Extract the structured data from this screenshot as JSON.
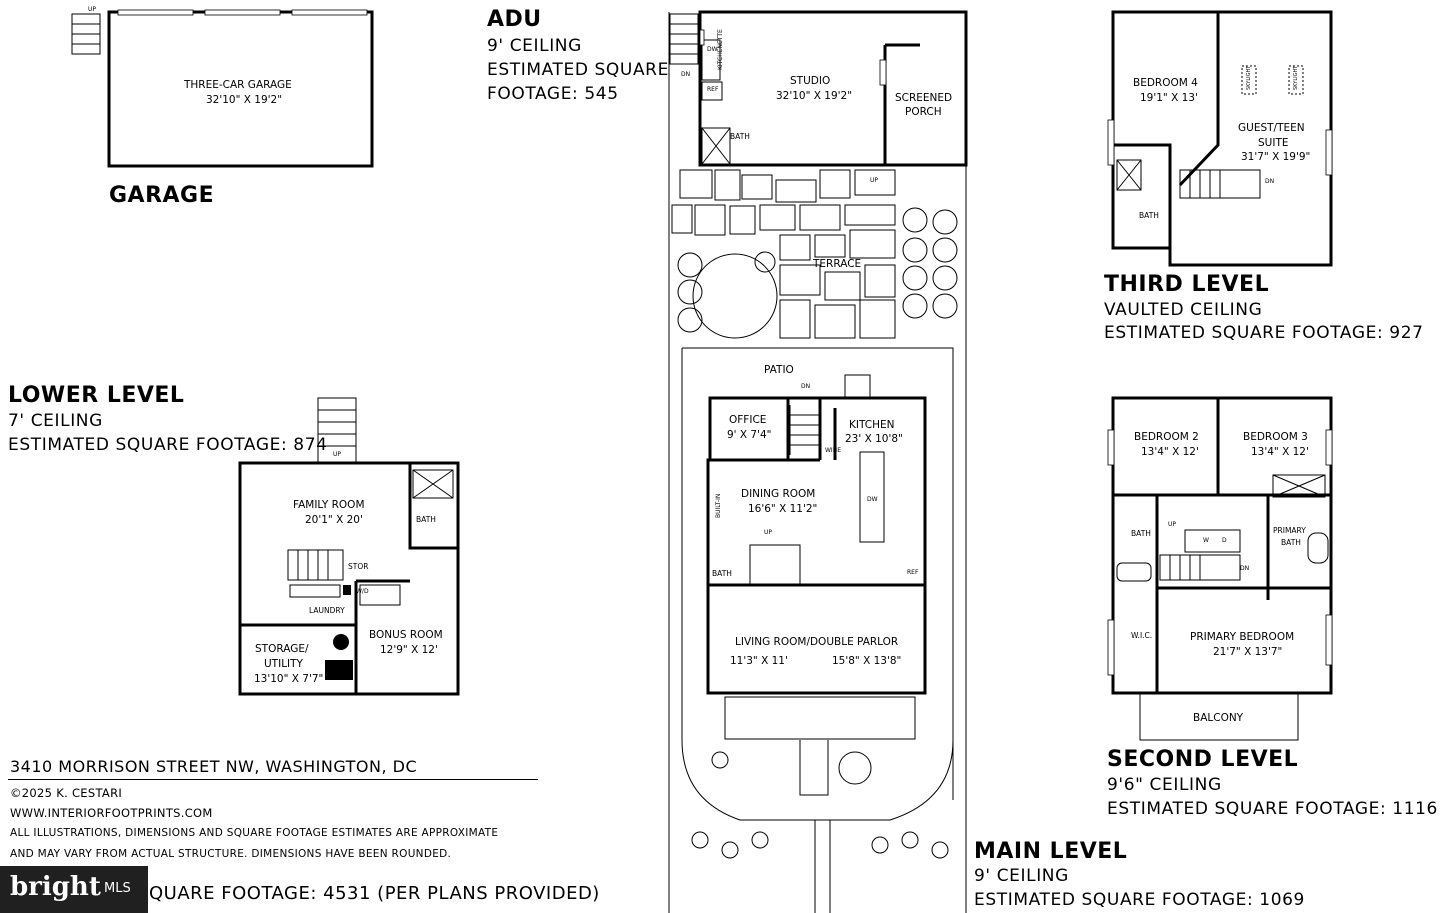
{
  "garage": {
    "heading": "GARAGE",
    "room": "THREE-CAR GARAGE",
    "dims": "32'10\" X 19'2\"",
    "stair": "UP"
  },
  "adu": {
    "heading": "ADU",
    "ceiling": "9' CEILING",
    "sqft_line1": "ESTIMATED SQUARE",
    "sqft_line2": "FOOTAGE: 545",
    "studio": "STUDIO",
    "studio_dims": "32'10\" X 19'2\"",
    "screened1": "SCREENED",
    "screened2": "PORCH",
    "kitchenette": "KITCHENETTE",
    "bath": "BATH",
    "ref": "REF",
    "dw": "DW",
    "dn": "DN",
    "up": "UP"
  },
  "yard": {
    "terrace": "TERRACE",
    "patio": "PATIO"
  },
  "main": {
    "heading": "MAIN LEVEL",
    "ceiling": "9' CEILING",
    "sqft": "ESTIMATED SQUARE FOOTAGE: 1069",
    "office": "OFFICE",
    "office_dims": "9' X 7'4\"",
    "kitchen": "KITCHEN",
    "kitchen_dims": "23' X 10'8\"",
    "dining": "DINING ROOM",
    "dining_dims": "16'6\" X 11'2\"",
    "living": "LIVING ROOM/DOUBLE PARLOR",
    "living_dims1": "11'3\" X 11'",
    "living_dims2": "15'8\" X 13'8\"",
    "bath": "BATH",
    "ref": "REF",
    "wine": "WINE",
    "builtin": "BUILT-IN",
    "dw": "DW",
    "dn": "DN",
    "up": "UP"
  },
  "lower": {
    "heading": "LOWER LEVEL",
    "ceiling": "7' CEILING",
    "sqft": "ESTIMATED SQUARE FOOTAGE: 874",
    "family": "FAMILY ROOM",
    "family_dims": "20'1\" X 20'",
    "bath": "BATH",
    "stor": "STOR",
    "laundry": "LAUNDRY",
    "wd": "W/D",
    "storage1": "STORAGE/",
    "storage2": "UTILITY",
    "storage_dims": "13'10\" X 7'7\"",
    "bonus": "BONUS ROOM",
    "bonus_dims": "12'9\" X 12'",
    "up": "UP"
  },
  "third": {
    "heading": "THIRD LEVEL",
    "ceiling": "VAULTED CEILING",
    "sqft": "ESTIMATED SQUARE FOOTAGE: 927",
    "bed4": "BEDROOM 4",
    "bed4_dims": "19'1\" X 13'",
    "suite1": "GUEST/TEEN",
    "suite2": "SUITE",
    "suite_dims": "31'7\" X 19'9\"",
    "bath": "BATH",
    "skylight": "SKYLIGHT",
    "dn": "DN"
  },
  "second": {
    "heading": "SECOND LEVEL",
    "ceiling": "9'6\" CEILING",
    "sqft": "ESTIMATED SQUARE FOOTAGE: 1116",
    "bed2": "BEDROOM 2",
    "bed2_dims": "13'4\" X 12'",
    "bed3": "BEDROOM 3",
    "bed3_dims": "13'4\" X 12'",
    "primary": "PRIMARY BEDROOM",
    "primary_dims": "21'7\" X 13'7\"",
    "pbath1": "PRIMARY",
    "pbath2": "BATH",
    "bath": "BATH",
    "wic": "W.I.C.",
    "balcony": "BALCONY",
    "w": "W",
    "d": "D",
    "up": "UP",
    "dn": "DN"
  },
  "footer": {
    "address": "3410 MORRISON STREET NW, WASHINGTON, DC",
    "copyright": "©2025 K. CESTARI",
    "website": "WWW.INTERIORFOOTPRINTS.COM",
    "disclaimer1": "ALL ILLUSTRATIONS, DIMENSIONS AND SQUARE FOOTAGE ESTIMATES ARE APPROXIMATE",
    "disclaimer2": "AND MAY VARY FROM ACTUAL STRUCTURE. DIMENSIONS HAVE BEEN ROUNDED.",
    "total": "QUARE FOOTAGE: 4531 (PER PLANS PROVIDED)"
  },
  "watermark": {
    "brand": "bright",
    "suffix": "MLS"
  }
}
